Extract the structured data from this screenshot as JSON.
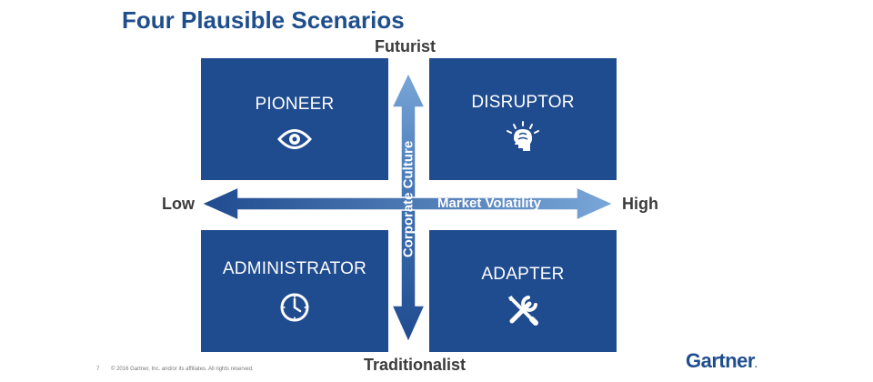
{
  "title": "Four Plausible Scenarios",
  "axes": {
    "top": "Futurist",
    "bottom": "Traditionalist",
    "left": "Low",
    "right": "High",
    "vertical_axis_name": "Corporate Culture",
    "horizontal_axis_name": "Market Volatility"
  },
  "quadrants": [
    {
      "label": "PIONEER",
      "icon": "eye-icon"
    },
    {
      "label": "DISRUPTOR",
      "icon": "head-idea-icon"
    },
    {
      "label": "ADMINISTRATOR",
      "icon": "clock-icon"
    },
    {
      "label": "ADAPTER",
      "icon": "tools-icon"
    }
  ],
  "footer": {
    "slide_number": "7",
    "copyright": "© 2016 Gartner, Inc. and/or its affiliates. All rights reserved.",
    "logo": "Gartner",
    "logo_mark": "."
  },
  "colors": {
    "quadrant_fill": "#1f4b8f",
    "title": "#1f4e8c",
    "arrow_dark": "#1f4b8f",
    "arrow_light": "#6a9bd1"
  }
}
